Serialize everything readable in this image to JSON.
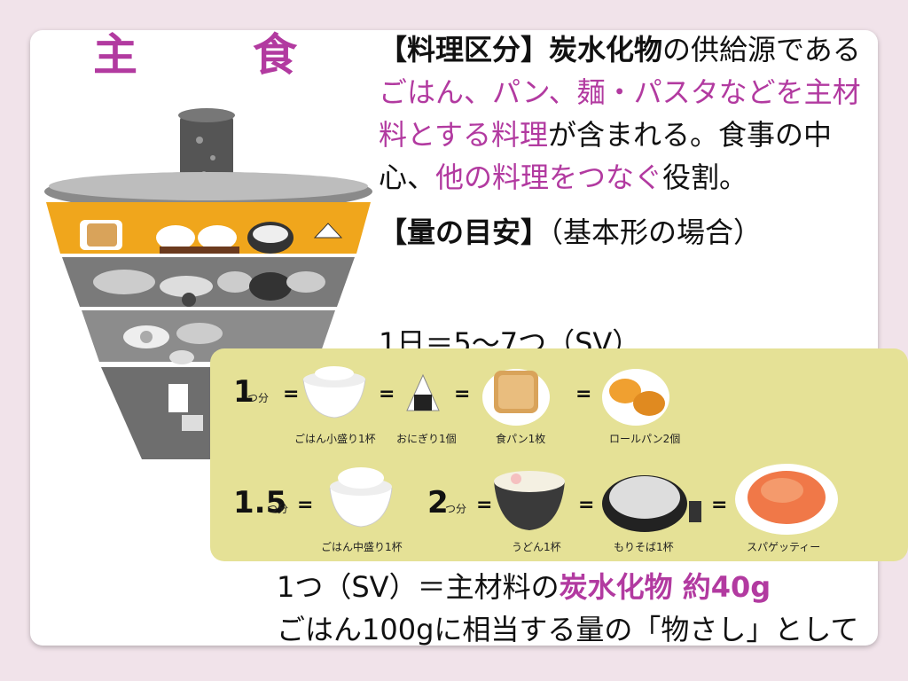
{
  "title": "主　食",
  "desc": {
    "p1_bold1": "【料理区分】炭水化物",
    "p1_t1": "の供給源で",
    "p1_t2": "ある",
    "p1_pink1": "ごはん、パン、麺・パスタなどを主材料とする料理",
    "p1_t3": "が含まれる。食事の中心、",
    "p1_pink2": "他の料理をつなぐ",
    "p1_t4": "役割。",
    "p2_bold": "【量の目安】",
    "p2_t": "（基本形の場合）",
    "p3": "1日＝5〜7つ（SV）"
  },
  "panel": {
    "row1_label_num": "1",
    "row1_label_unit": "つ分",
    "row1_items": [
      "ごはん小盛り1杯",
      "おにぎり1個",
      "食パン1枚",
      "ロールパン2個"
    ],
    "row2_label_num": "1.5",
    "row2_label_unit": "つ分",
    "row2_item": "ごはん中盛り1杯",
    "row3_label_num": "2",
    "row3_label_unit": "つ分",
    "row3_items": [
      "うどん1杯",
      "もりそば1杯",
      "スパゲッティー"
    ],
    "eq": "="
  },
  "bottom": {
    "line1_t": "1つ（SV）＝主材料の",
    "line1_pink": "炭水化物 約40g",
    "line2": "ごはん100gに相当する量の「物さし」として"
  },
  "colors": {
    "accent": "#b23aa0",
    "band_staple": "#f0a61c",
    "panel_bg": "#e5e196"
  }
}
